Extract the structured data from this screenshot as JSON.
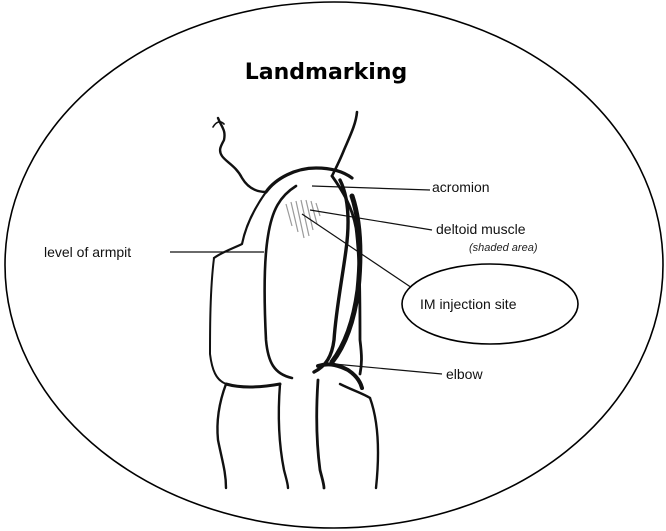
{
  "title": "Landmarking",
  "labels": {
    "acromion": "acromion",
    "deltoid_muscle": "deltoid muscle",
    "shaded_area": "(shaded area)",
    "level_of_armpit": "level of armpit",
    "im_injection_site": "IM injection site",
    "elbow": "elbow"
  },
  "colors": {
    "outline": "#111111",
    "shading": "#9a9a9a",
    "background": "#ffffff"
  }
}
